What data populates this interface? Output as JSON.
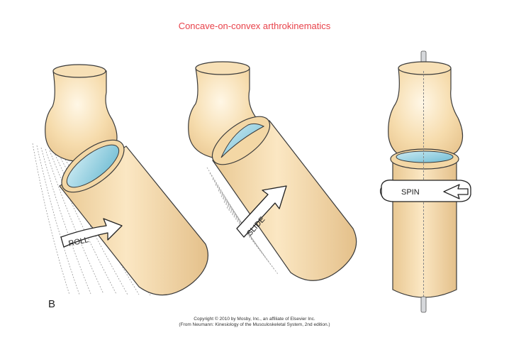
{
  "figure": {
    "title": "Concave-on-convex arthrokinematics",
    "panel_letter": "B",
    "motions": {
      "roll": "ROLL",
      "slide": "SLIDE",
      "spin": "SPIN"
    },
    "copyright_line1": "Copyright © 2010 by Mosby, Inc., an affiliate of Elsevier Inc.",
    "copyright_line2": "(From Neumann: Kinesiology of the Musculoskeletal System, 2nd edition.)"
  },
  "colors": {
    "title": "#e8434b",
    "bone": "#f4d9a8",
    "bone_outline": "#3a3a3a",
    "cartilage": "#8ecfe0",
    "arrow_fill": "#ffffff"
  }
}
